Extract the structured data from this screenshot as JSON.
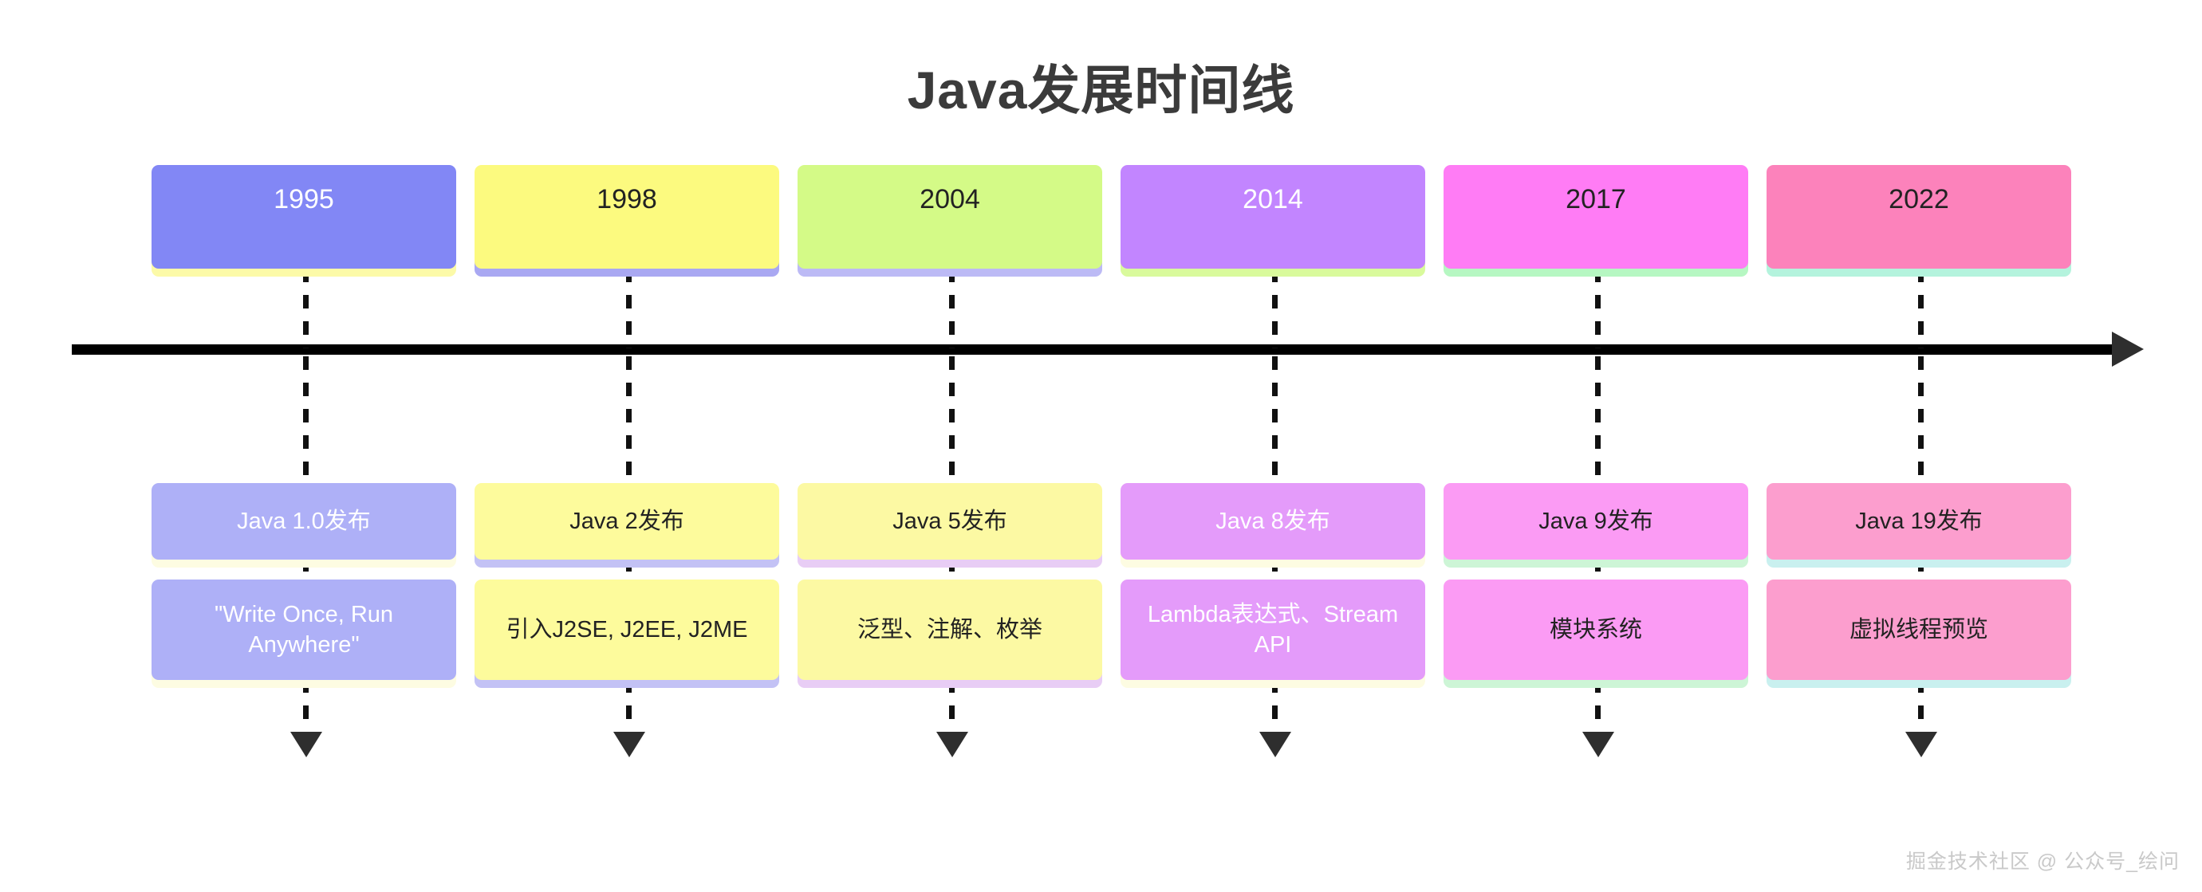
{
  "title": "Java发展时间线",
  "watermark": "掘金技术社区 @ 公众号_绘问",
  "axis": {
    "direction": "left-to-right",
    "arrow_color": "#2e2e2e"
  },
  "chart_data": {
    "type": "timeline",
    "title": "Java发展时间线",
    "orientation": "horizontal",
    "milestone_count": 6,
    "years": [
      "1995",
      "1998",
      "2004",
      "2014",
      "2017",
      "2022"
    ],
    "releases": [
      "Java 1.0发布",
      "Java 2发布",
      "Java 5发布",
      "Java 8发布",
      "Java 9发布",
      "Java 19发布"
    ],
    "highlights": [
      "\"Write Once, Run Anywhere\"",
      "引入J2SE, J2EE, J2ME",
      "泛型、注解、枚举",
      "Lambda表达式、Stream API",
      "模块系统",
      "虚拟线程预览"
    ]
  },
  "milestones": [
    {
      "year": "1995",
      "release": "Java 1.0发布",
      "highlight": "\"Write Once, Run Anywhere\"",
      "card_color": "#8287f5",
      "card_shadow_color": "#fcfaa8",
      "card_text_color": "#ffffff",
      "box_color": "#aeb0f7",
      "box_shadow_color": "#fdfce2",
      "box_text_color": "#ffffff"
    },
    {
      "year": "1998",
      "release": "Java 2发布",
      "highlight": "引入J2SE, J2EE, J2ME",
      "card_color": "#fcfa7f",
      "card_shadow_color": "#a9a8f2",
      "card_text_color": "#222222",
      "box_color": "#fdfb9c",
      "box_shadow_color": "#c3c2f5",
      "box_text_color": "#222222"
    },
    {
      "year": "2004",
      "release": "Java 5发布",
      "highlight": "泛型、注解、枚举",
      "card_color": "#d4fa87",
      "card_shadow_color": "#bcbaf5",
      "card_text_color": "#222222",
      "box_color": "#fcf9a3",
      "box_shadow_color": "#e8cdf5",
      "box_text_color": "#222222"
    },
    {
      "year": "2014",
      "release": "Java 8发布",
      "highlight": "Lambda表达式、Stream API",
      "card_color": "#c285ff",
      "card_shadow_color": "#d9fa9c",
      "card_text_color": "#ffffff",
      "box_color": "#e49bfa",
      "box_shadow_color": "#fdfce2",
      "box_text_color": "#ffffff"
    },
    {
      "year": "2017",
      "release": "Java 9发布",
      "highlight": "模块系统",
      "card_color": "#ff7cf5",
      "card_shadow_color": "#b6f7c2",
      "card_text_color": "#222222",
      "box_color": "#fb9bf4",
      "box_shadow_color": "#cdf5d6",
      "box_text_color": "#222222"
    },
    {
      "year": "2022",
      "release": "Java 19发布",
      "highlight": "虚拟线程预览",
      "card_color": "#fc82bb",
      "card_shadow_color": "#b4f3dd",
      "card_text_color": "#222222",
      "box_color": "#fc9ece",
      "box_shadow_color": "#c9f0ef",
      "box_text_color": "#222222"
    }
  ]
}
